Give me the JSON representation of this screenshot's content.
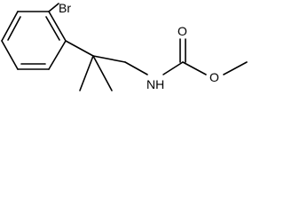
{
  "structure": {
    "atoms": {
      "bromine": "Br",
      "carbonyl_oxygen": "O",
      "ether_oxygen": "O",
      "amine_nh": "NH"
    }
  },
  "colors": {
    "bond": "#000000",
    "label": "#000000",
    "background": "#ffffff"
  }
}
